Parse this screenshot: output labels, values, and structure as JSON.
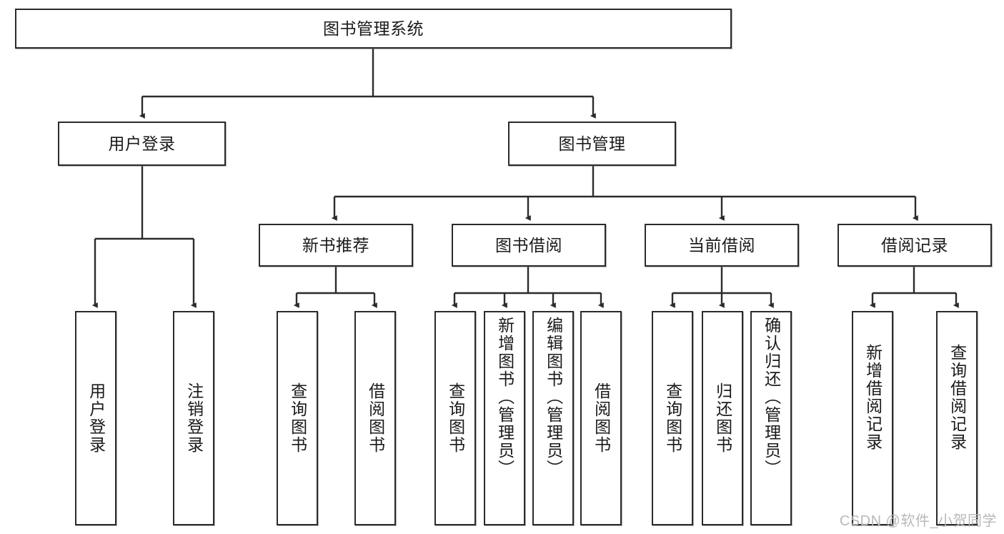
{
  "diagram": {
    "title": "图书管理系统",
    "type": "tree",
    "orientation": "top-down",
    "colors": {
      "box_border": "#2b2b2b",
      "box_fill": "#ffffff",
      "connector": "#2b2b2b",
      "text": "#1a1a1a",
      "watermark": "#b9b9b9",
      "background": "#ffffff"
    },
    "root": {
      "id": "root",
      "label": "图书管理系统",
      "text_direction": "horizontal"
    },
    "level2": [
      {
        "id": "user-login",
        "label": "用户登录",
        "text_direction": "horizontal"
      },
      {
        "id": "book-management",
        "label": "图书管理",
        "text_direction": "horizontal"
      }
    ],
    "level3": [
      {
        "id": "new-book-recommend",
        "label": "新书推荐",
        "parent": "book-management",
        "text_direction": "horizontal"
      },
      {
        "id": "book-borrow",
        "label": "图书借阅",
        "parent": "book-management",
        "text_direction": "horizontal"
      },
      {
        "id": "current-borrow",
        "label": "当前借阅",
        "parent": "book-management",
        "text_direction": "horizontal"
      },
      {
        "id": "borrow-record",
        "label": "借阅记录",
        "parent": "book-management",
        "text_direction": "horizontal"
      }
    ],
    "leaves": [
      {
        "id": "leaf-user-login",
        "label": "用户登录",
        "parent": "user-login",
        "text_direction": "vertical"
      },
      {
        "id": "leaf-logout-login",
        "label": "注销登录",
        "parent": "user-login",
        "text_direction": "vertical"
      },
      {
        "id": "leaf-query-book-1",
        "label": "查询图书",
        "parent": "new-book-recommend",
        "text_direction": "vertical"
      },
      {
        "id": "leaf-borrow-book-1",
        "label": "借阅图书",
        "parent": "new-book-recommend",
        "text_direction": "vertical"
      },
      {
        "id": "leaf-query-book-2",
        "label": "查询图书",
        "parent": "book-borrow",
        "text_direction": "vertical"
      },
      {
        "id": "leaf-add-book",
        "label": "新增图书（管理员）",
        "parent": "book-borrow",
        "text_direction": "vertical"
      },
      {
        "id": "leaf-edit-book",
        "label": "编辑图书（管理员）",
        "parent": "book-borrow",
        "text_direction": "vertical"
      },
      {
        "id": "leaf-borrow-book-2",
        "label": "借阅图书",
        "parent": "book-borrow",
        "text_direction": "vertical"
      },
      {
        "id": "leaf-query-book-3",
        "label": "查询图书",
        "parent": "current-borrow",
        "text_direction": "vertical"
      },
      {
        "id": "leaf-return-book",
        "label": "归还图书",
        "parent": "current-borrow",
        "text_direction": "vertical"
      },
      {
        "id": "leaf-confirm-return",
        "label": "确认归还（管理员）",
        "parent": "current-borrow",
        "text_direction": "vertical"
      },
      {
        "id": "leaf-add-record",
        "label": "新增借阅记录",
        "parent": "borrow-record",
        "text_direction": "vertical"
      },
      {
        "id": "leaf-query-record",
        "label": "查询借阅记录",
        "parent": "borrow-record",
        "text_direction": "vertical"
      }
    ]
  },
  "watermark": {
    "text": "CSDN @软件_小贺同学"
  }
}
